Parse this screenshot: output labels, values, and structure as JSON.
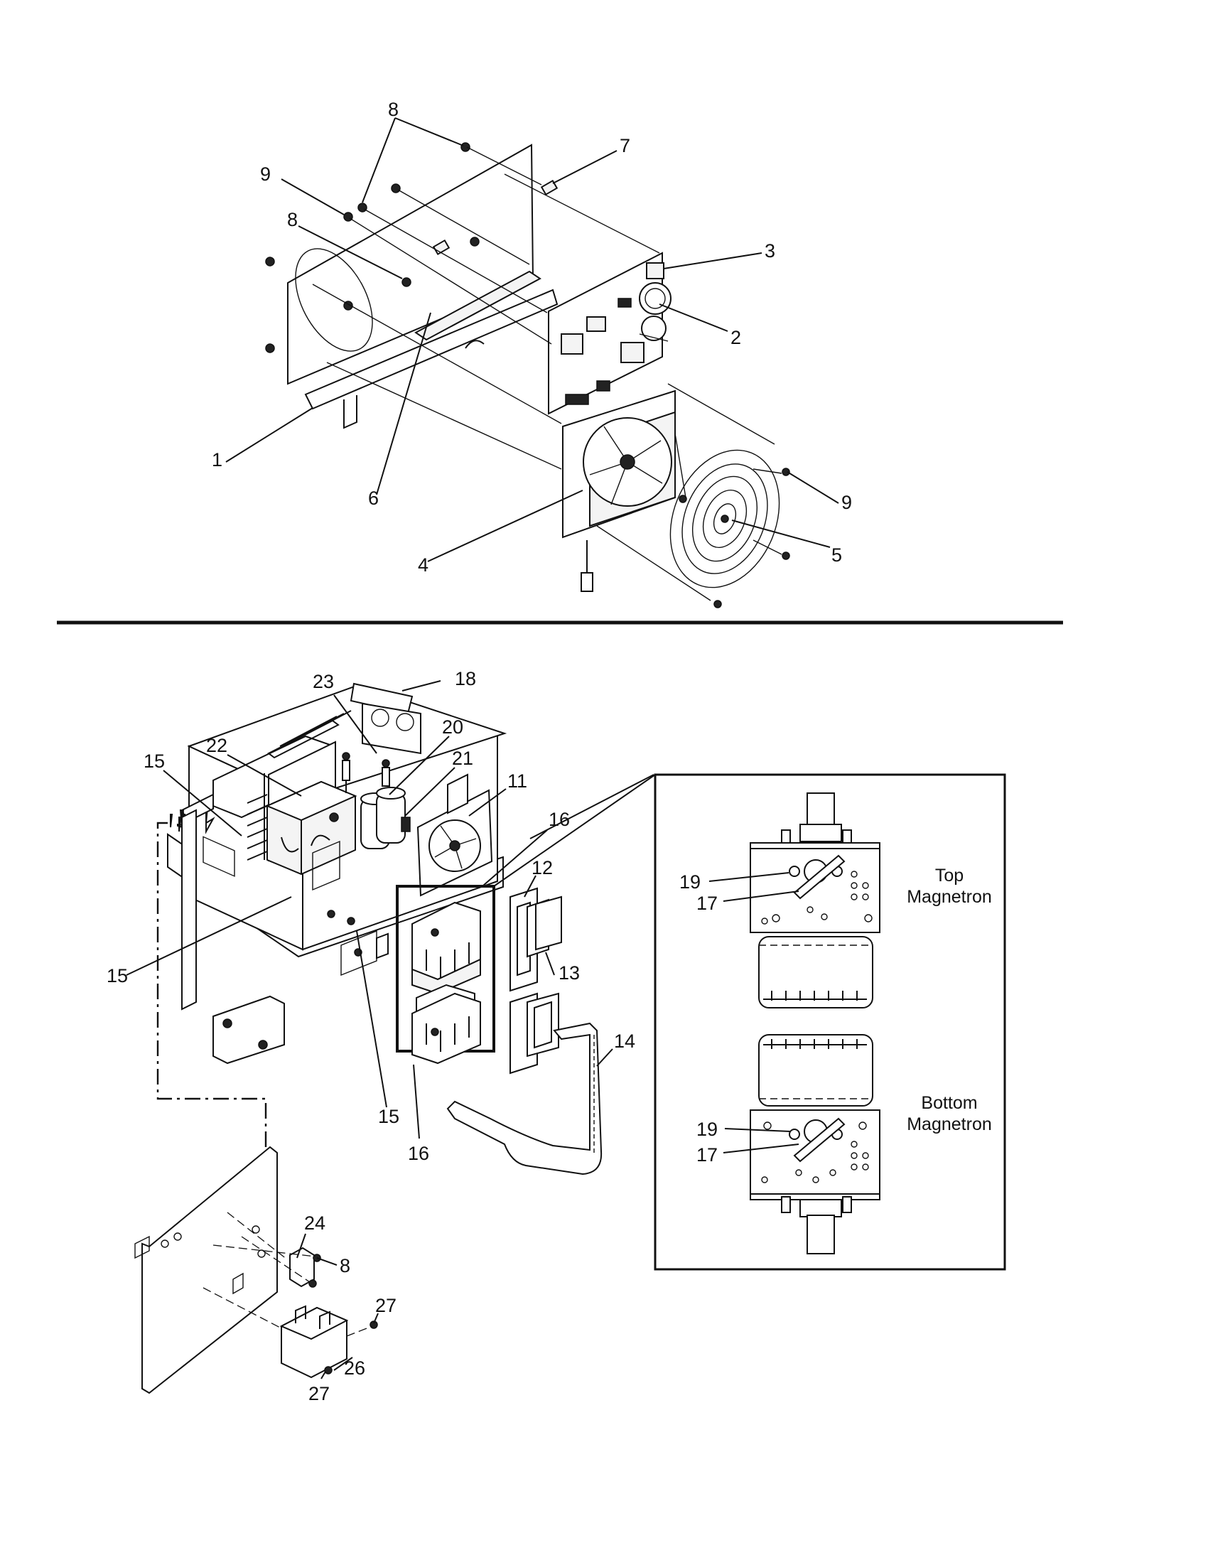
{
  "callouts": {
    "c1": "1",
    "c2": "2",
    "c3": "3",
    "c4": "4",
    "c5": "5",
    "c6": "6",
    "c7": "7",
    "c8a": "8",
    "c8b": "8",
    "c8c": "8",
    "c9a": "9",
    "c9b": "9",
    "c11": "11",
    "c12": "12",
    "c13": "13",
    "c14": "14",
    "c15a": "15",
    "c15b": "15",
    "c15c": "15",
    "c16a": "16",
    "c16b": "16",
    "c17a": "17",
    "c17b": "17",
    "c18": "18",
    "c19a": "19",
    "c19b": "19",
    "c20": "20",
    "c21": "21",
    "c22": "22",
    "c23": "23",
    "c24": "24",
    "c26": "26",
    "c27a": "27",
    "c27b": "27"
  },
  "inset": {
    "top_label_1": "Top",
    "top_label_2": "Magnetron",
    "bottom_label_1": "Bottom",
    "bottom_label_2": "Magnetron"
  }
}
